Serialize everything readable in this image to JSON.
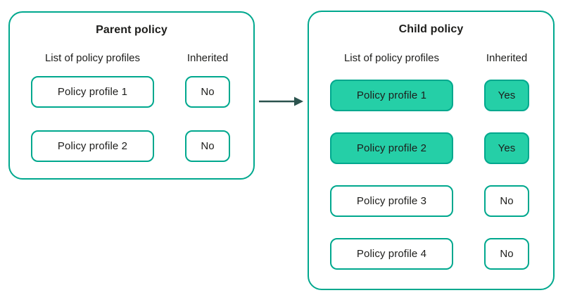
{
  "colors": {
    "border_teal": "#00a88e",
    "fill_green": "#25cfa7",
    "text": "#1d1d1b",
    "arrow": "#2b534e"
  },
  "panels": [
    {
      "title": "Parent policy",
      "profiles_header": "List of policy profiles",
      "inherited_header": "Inherited",
      "rows": [
        {
          "profile": "Policy profile 1",
          "inherited": "No",
          "style": "outline"
        },
        {
          "profile": "Policy profile 2",
          "inherited": "No",
          "style": "outline"
        }
      ]
    },
    {
      "title": "Child policy",
      "profiles_header": "List of policy profiles",
      "inherited_header": "Inherited",
      "rows": [
        {
          "profile": "Policy profile 1",
          "inherited": "Yes",
          "style": "filled"
        },
        {
          "profile": "Policy profile 2",
          "inherited": "Yes",
          "style": "filled"
        },
        {
          "profile": "Policy profile 3",
          "inherited": "No",
          "style": "outline"
        },
        {
          "profile": "Policy profile 4",
          "inherited": "No",
          "style": "outline"
        }
      ]
    }
  ]
}
